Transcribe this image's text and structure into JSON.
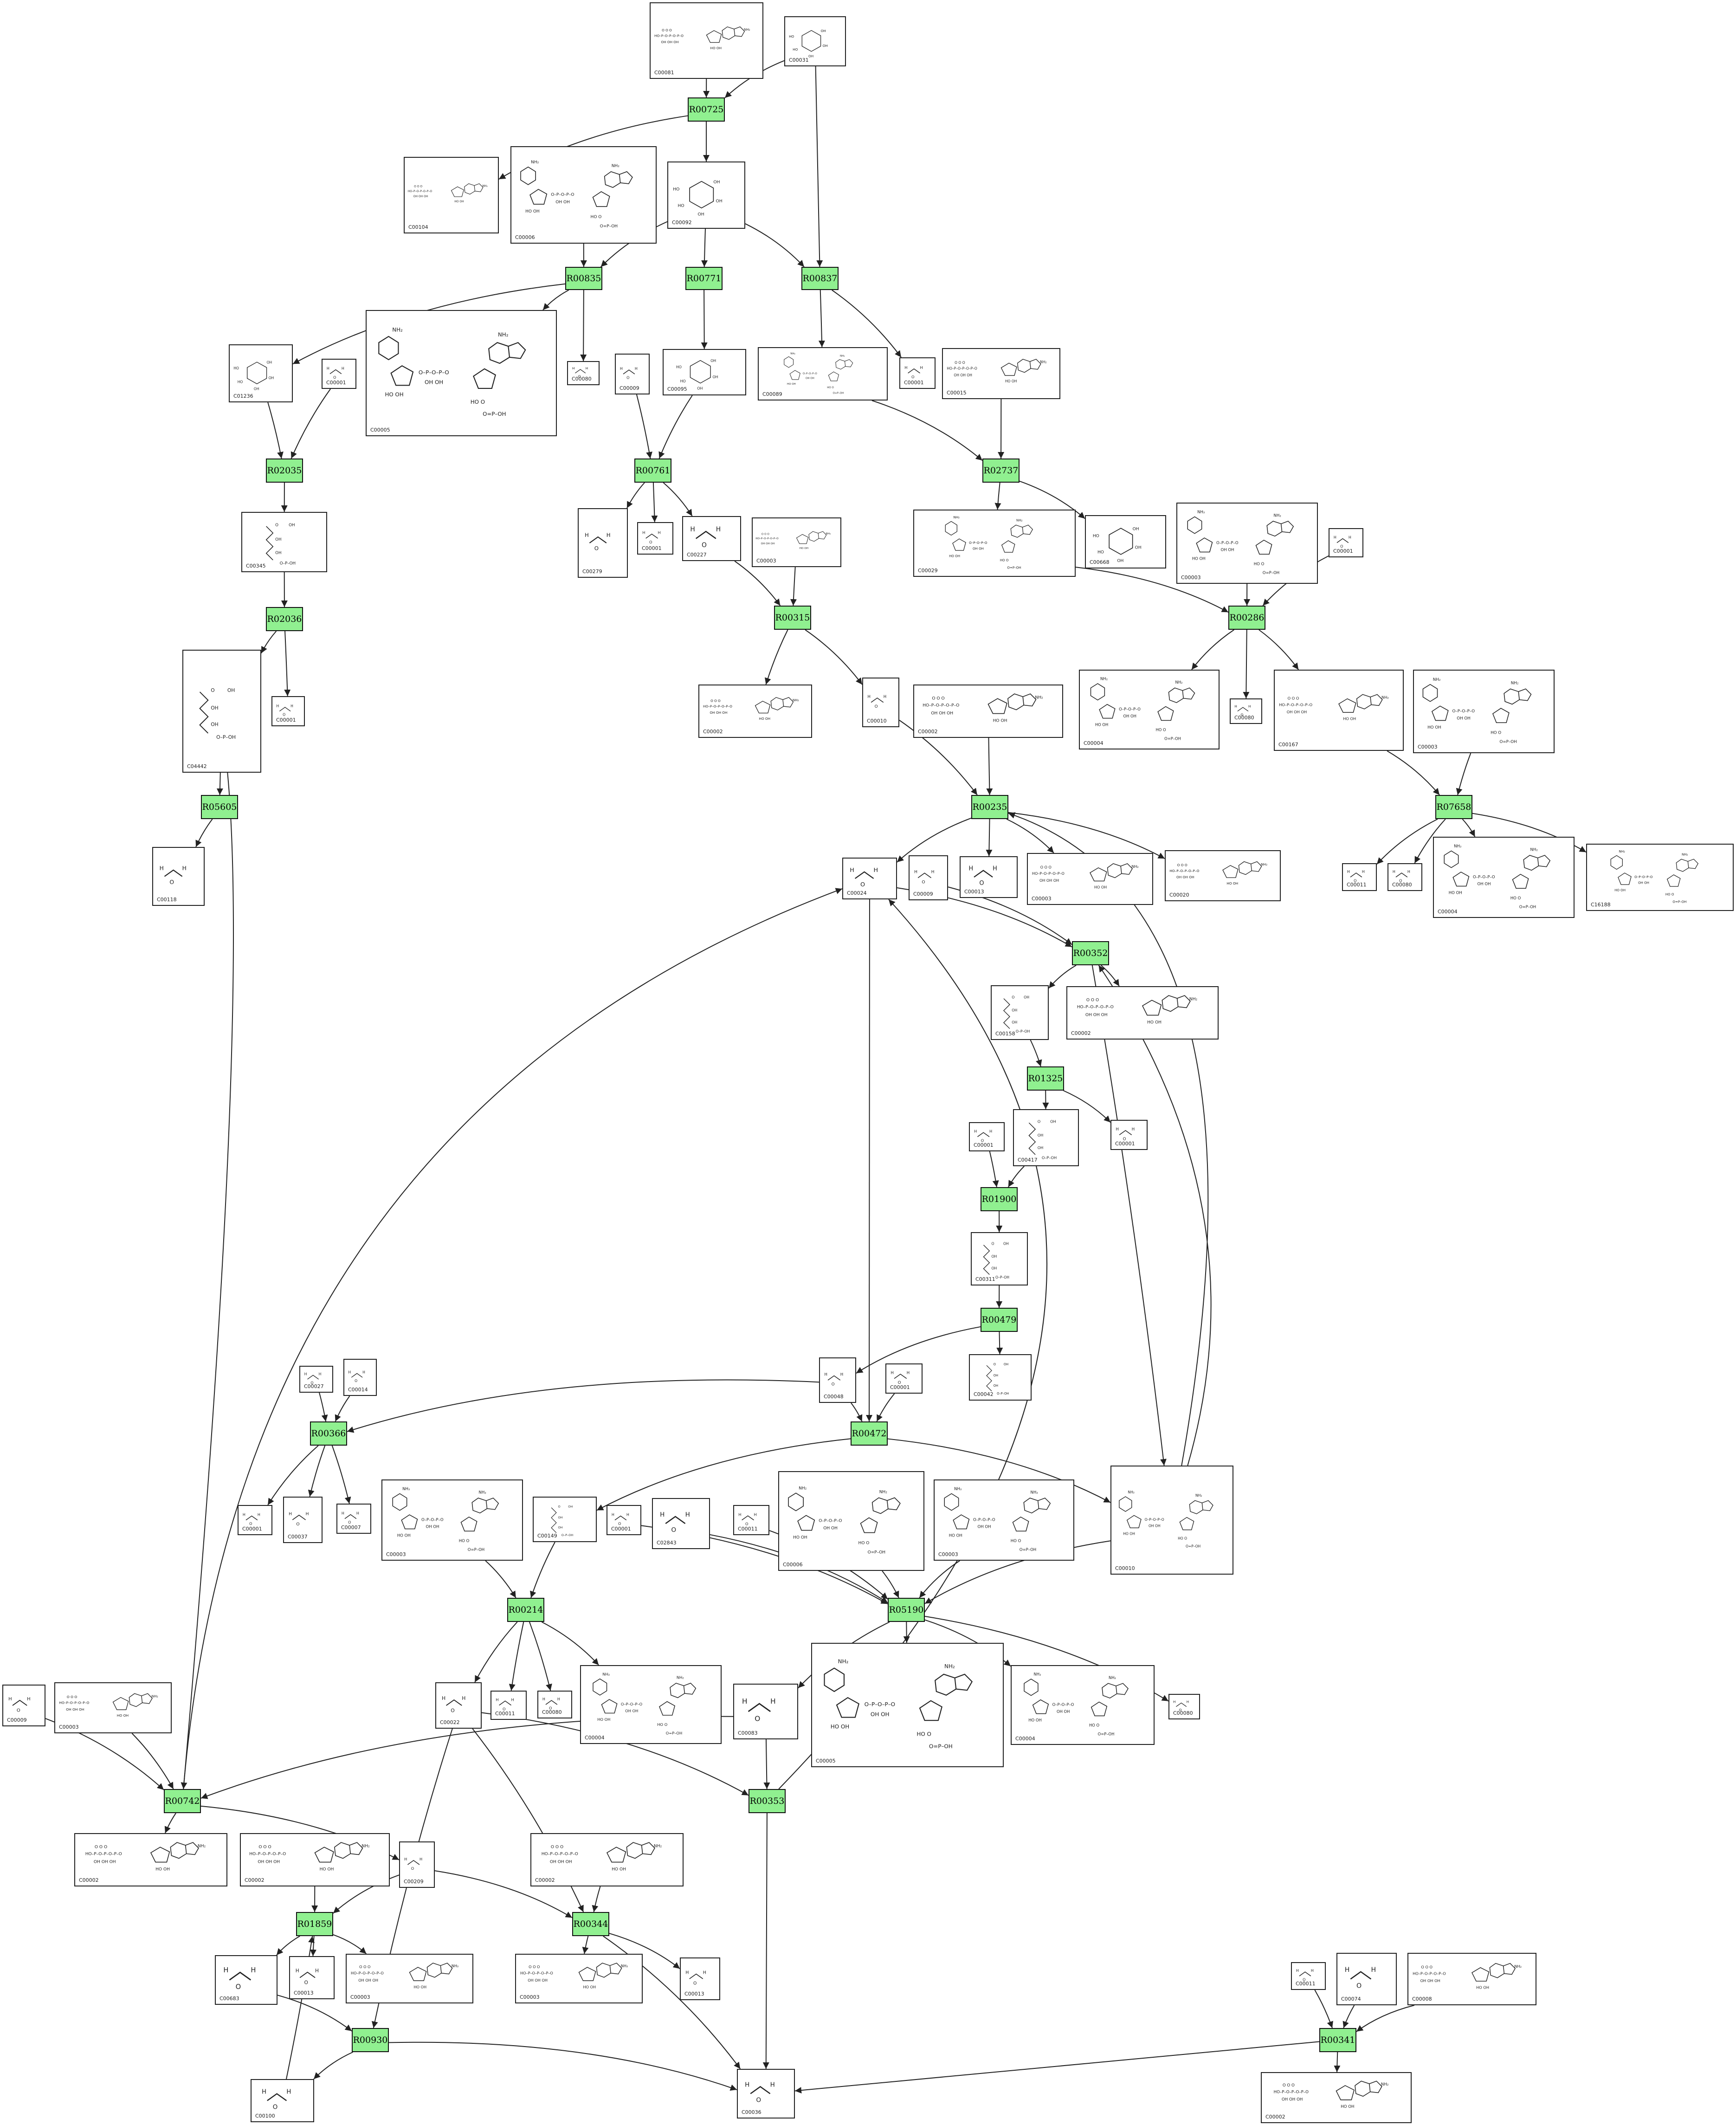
{
  "colors": {
    "reaction_fill": "#90f090",
    "border": "#222222",
    "edge": "#222222"
  },
  "compounds": [
    {
      "id": "n1",
      "label": "C00081",
      "mol": "nuc"
    },
    {
      "id": "n2",
      "label": "C00031",
      "mol": "sugar"
    },
    {
      "id": "n3",
      "label": "C00104",
      "mol": "nuc"
    },
    {
      "id": "n4",
      "label": "C00006",
      "mol": "dinuc"
    },
    {
      "id": "n5",
      "label": "C00092",
      "mol": "sugar"
    },
    {
      "id": "n6",
      "label": "C01236",
      "mol": "sugar"
    },
    {
      "id": "n7",
      "label": "C00001",
      "mol": "small"
    },
    {
      "id": "n8",
      "label": "C00005",
      "mol": "dinuc"
    },
    {
      "id": "n9",
      "label": "C00080",
      "mol": "small"
    },
    {
      "id": "n10",
      "label": "C00009",
      "mol": "small"
    },
    {
      "id": "n11",
      "label": "C00095",
      "mol": "sugar"
    },
    {
      "id": "n12",
      "label": "C00089",
      "mol": "dinuc"
    },
    {
      "id": "n13",
      "label": "C00001",
      "mol": "small"
    },
    {
      "id": "n14",
      "label": "C00015",
      "mol": "nuc"
    },
    {
      "id": "n15",
      "label": "C00345",
      "mol": "chain"
    },
    {
      "id": "n16",
      "label": "C00279",
      "mol": "chain"
    },
    {
      "id": "n17",
      "label": "C00001",
      "mol": "small"
    },
    {
      "id": "n18",
      "label": "C00227",
      "mol": "small"
    },
    {
      "id": "n19",
      "label": "C00003",
      "mol": "nuc"
    },
    {
      "id": "n20",
      "label": "C00029",
      "mol": "dinuc"
    },
    {
      "id": "n21",
      "label": "C00668",
      "mol": "sugar"
    },
    {
      "id": "n22",
      "label": "C00003",
      "mol": "dinuc"
    },
    {
      "id": "n23",
      "label": "C00001",
      "mol": "small"
    },
    {
      "id": "n24",
      "label": "C04442",
      "mol": "chain"
    },
    {
      "id": "n25",
      "label": "C00001",
      "mol": "small"
    },
    {
      "id": "n26",
      "label": "C00002",
      "mol": "nuc"
    },
    {
      "id": "n27",
      "label": "C00010",
      "mol": "small"
    },
    {
      "id": "n28",
      "label": "C00002",
      "mol": "nuc"
    },
    {
      "id": "n29",
      "label": "C00004",
      "mol": "dinuc"
    },
    {
      "id": "n30",
      "label": "C00080",
      "mol": "small"
    },
    {
      "id": "n31",
      "label": "C00167",
      "mol": "nuc"
    },
    {
      "id": "n32",
      "label": "C00003",
      "mol": "dinuc"
    },
    {
      "id": "n33",
      "label": "C00118",
      "mol": "small"
    },
    {
      "id": "n34",
      "label": "C00024",
      "mol": "small"
    },
    {
      "id": "n35",
      "label": "C00009",
      "mol": "small"
    },
    {
      "id": "n36",
      "label": "C00013",
      "mol": "small"
    },
    {
      "id": "n37",
      "label": "C00003",
      "mol": "nuc"
    },
    {
      "id": "n38",
      "label": "C00020",
      "mol": "nuc"
    },
    {
      "id": "n39",
      "label": "C00011",
      "mol": "small"
    },
    {
      "id": "n40",
      "label": "C00080",
      "mol": "small"
    },
    {
      "id": "n41",
      "label": "C00004",
      "mol": "dinuc"
    },
    {
      "id": "n42",
      "label": "C16188",
      "mol": "dinuc"
    },
    {
      "id": "n43",
      "label": "C00158",
      "mol": "chain"
    },
    {
      "id": "n44",
      "label": "C00002",
      "mol": "nuc"
    },
    {
      "id": "n45",
      "label": "C00417",
      "mol": "chain"
    },
    {
      "id": "n46",
      "label": "C00001",
      "mol": "small"
    },
    {
      "id": "n47",
      "label": "C00001",
      "mol": "small"
    },
    {
      "id": "n48",
      "label": "C00311",
      "mol": "chain"
    },
    {
      "id": "n49",
      "label": "C00048",
      "mol": "small"
    },
    {
      "id": "n50",
      "label": "C00001",
      "mol": "small"
    },
    {
      "id": "n51",
      "label": "C00042",
      "mol": "chain"
    },
    {
      "id": "n52",
      "label": "C00027",
      "mol": "small"
    },
    {
      "id": "n53",
      "label": "C00014",
      "mol": "small"
    },
    {
      "id": "n54",
      "label": "C00001",
      "mol": "small"
    },
    {
      "id": "n55",
      "label": "C00037",
      "mol": "small"
    },
    {
      "id": "n56",
      "label": "C00007",
      "mol": "small"
    },
    {
      "id": "n57",
      "label": "C00003",
      "mol": "dinuc"
    },
    {
      "id": "n58",
      "label": "C00149",
      "mol": "chain"
    },
    {
      "id": "n59",
      "label": "C00001",
      "mol": "small"
    },
    {
      "id": "n60",
      "label": "C02843",
      "mol": "small"
    },
    {
      "id": "n61",
      "label": "C00011",
      "mol": "small"
    },
    {
      "id": "n62",
      "label": "C00006",
      "mol": "dinuc"
    },
    {
      "id": "n63",
      "label": "C00003",
      "mol": "dinuc"
    },
    {
      "id": "n64",
      "label": "C00010",
      "mol": "dinuc"
    },
    {
      "id": "n65",
      "label": "C00009",
      "mol": "small"
    },
    {
      "id": "n66",
      "label": "C00003",
      "mol": "nuc"
    },
    {
      "id": "n67",
      "label": "C00022",
      "mol": "small"
    },
    {
      "id": "n68",
      "label": "C00011",
      "mol": "small"
    },
    {
      "id": "n69",
      "label": "C00080",
      "mol": "small"
    },
    {
      "id": "n70",
      "label": "C00004",
      "mol": "dinuc"
    },
    {
      "id": "n71",
      "label": "C00083",
      "mol": "small"
    },
    {
      "id": "n72",
      "label": "C00005",
      "mol": "dinuc"
    },
    {
      "id": "n73",
      "label": "C00004",
      "mol": "dinuc"
    },
    {
      "id": "n74",
      "label": "C00080",
      "mol": "small"
    },
    {
      "id": "n75",
      "label": "C00002",
      "mol": "nuc"
    },
    {
      "id": "n76",
      "label": "C00002",
      "mol": "nuc"
    },
    {
      "id": "n77",
      "label": "C00209",
      "mol": "small"
    },
    {
      "id": "n78",
      "label": "C00002",
      "mol": "nuc"
    },
    {
      "id": "n79",
      "label": "C00683",
      "mol": "small"
    },
    {
      "id": "n80",
      "label": "C00013",
      "mol": "small"
    },
    {
      "id": "n81",
      "label": "C00003",
      "mol": "nuc"
    },
    {
      "id": "n82",
      "label": "C00003",
      "mol": "nuc"
    },
    {
      "id": "n83",
      "label": "C00013",
      "mol": "small"
    },
    {
      "id": "n84",
      "label": "C00100",
      "mol": "small"
    },
    {
      "id": "n85",
      "label": "C00036",
      "mol": "small"
    },
    {
      "id": "n86",
      "label": "C00011",
      "mol": "small"
    },
    {
      "id": "n87",
      "label": "C00074",
      "mol": "small"
    },
    {
      "id": "n88",
      "label": "C00008",
      "mol": "nuc"
    },
    {
      "id": "n89",
      "label": "C00002",
      "mol": "nuc"
    }
  ],
  "reactions": [
    {
      "id": "r1",
      "label": "R00725"
    },
    {
      "id": "r2",
      "label": "R00835"
    },
    {
      "id": "r3",
      "label": "R00771"
    },
    {
      "id": "r4",
      "label": "R00837"
    },
    {
      "id": "r5",
      "label": "R02035"
    },
    {
      "id": "r6",
      "label": "R00761"
    },
    {
      "id": "r7",
      "label": "R02737"
    },
    {
      "id": "r8",
      "label": "R02036"
    },
    {
      "id": "r9",
      "label": "R00315"
    },
    {
      "id": "r10",
      "label": "R00286"
    },
    {
      "id": "r11",
      "label": "R05605"
    },
    {
      "id": "r12",
      "label": "R00235"
    },
    {
      "id": "r13",
      "label": "R07658"
    },
    {
      "id": "r14",
      "label": "R00352"
    },
    {
      "id": "r15",
      "label": "R01325"
    },
    {
      "id": "r16",
      "label": "R01900"
    },
    {
      "id": "r17",
      "label": "R00479"
    },
    {
      "id": "r18",
      "label": "R00366"
    },
    {
      "id": "r19",
      "label": "R00472"
    },
    {
      "id": "r20",
      "label": "R00214"
    },
    {
      "id": "r21",
      "label": "R05190"
    },
    {
      "id": "r22",
      "label": "R00742"
    },
    {
      "id": "r23",
      "label": "R00353"
    },
    {
      "id": "r24",
      "label": "R01859"
    },
    {
      "id": "r25",
      "label": "R00344"
    },
    {
      "id": "r26",
      "label": "R00930"
    },
    {
      "id": "r27",
      "label": "R00341"
    }
  ]
}
